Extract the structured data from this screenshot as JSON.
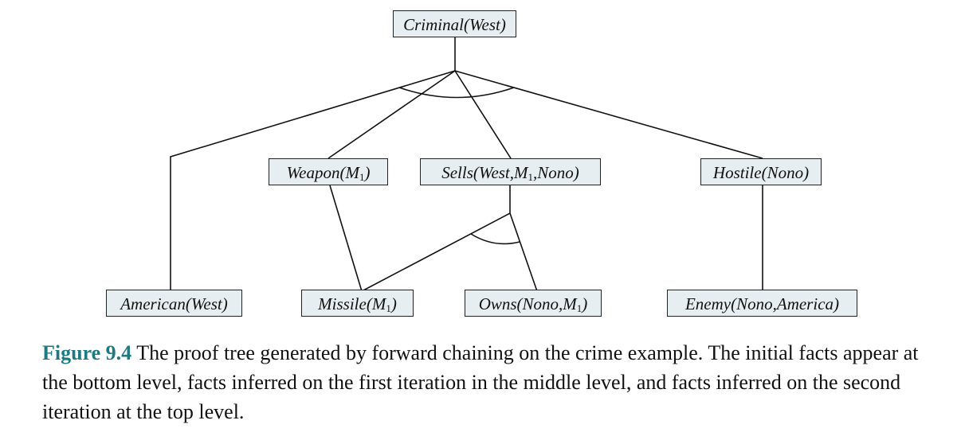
{
  "figure": {
    "label": "Figure 9.4",
    "caption": " The proof tree generated by forward chaining on the crime example. The initial facts appear at the bottom level, facts inferred on the first iteration in the middle level, and facts inferred on the second iteration at the top level."
  },
  "nodes": {
    "criminal": {
      "text": "Criminal(West)"
    },
    "weapon": {
      "pre": "Weapon(M",
      "sub": "1",
      "post": ")"
    },
    "sells": {
      "pre": "Sells(West,M",
      "sub": "1",
      "post": ",Nono)"
    },
    "hostile": {
      "text": "Hostile(Nono)"
    },
    "american": {
      "text": "American(West)"
    },
    "missile": {
      "pre": "Missile(M",
      "sub": "1",
      "post": ")"
    },
    "owns": {
      "pre": "Owns(Nono,M",
      "sub": "1",
      "post": ")"
    },
    "enemy": {
      "text": "Enemy(Nono,America)"
    }
  },
  "colors": {
    "node_fill": "#e7eef1",
    "line": "#111111",
    "caption_label": "#1f7a80"
  }
}
